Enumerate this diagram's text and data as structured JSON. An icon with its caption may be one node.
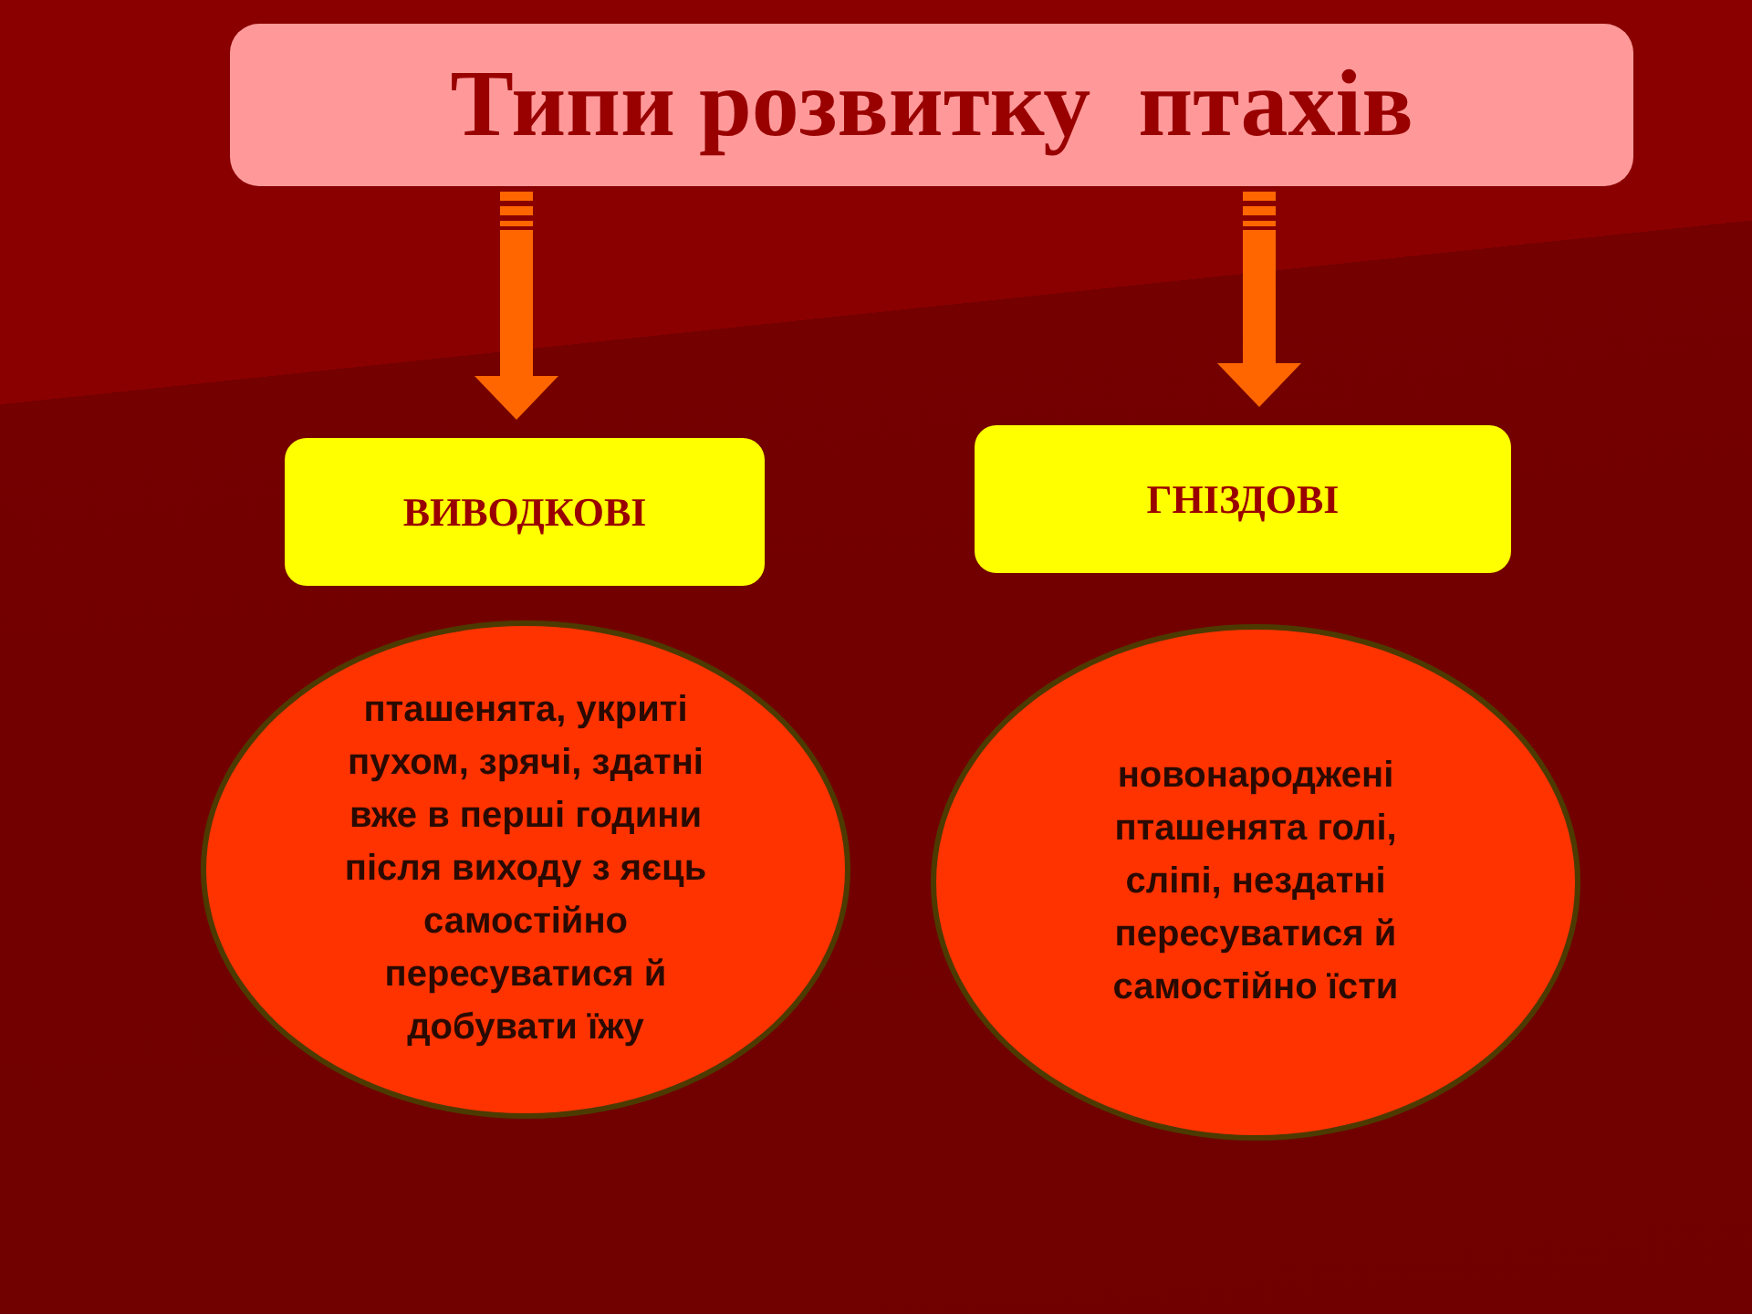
{
  "diagram": {
    "nodes": [
      {
        "text": [
          "Типи розвитку  птахів"
        ]
      },
      {
        "text": [
          "ВИВОДКОВІ"
        ]
      },
      {
        "text": [
          "ГНІЗДОВІ"
        ]
      },
      {
        "text": [
          "пташенята, укриті пухом, зрячі, здатні вже в перші години після виходу з яєць самостійно пересуватися й добувати їжу"
        ]
      },
      {
        "text": [
          "новонароджені пташенята голі, сліпі, нездатні пересуватися й самостійно їсти"
        ]
      }
    ],
    "edges": [
      {
        "from": 0,
        "to": 1,
        "arrow": "to"
      },
      {
        "from": 0,
        "to": 2,
        "arrow": "to"
      }
    ]
  }
}
